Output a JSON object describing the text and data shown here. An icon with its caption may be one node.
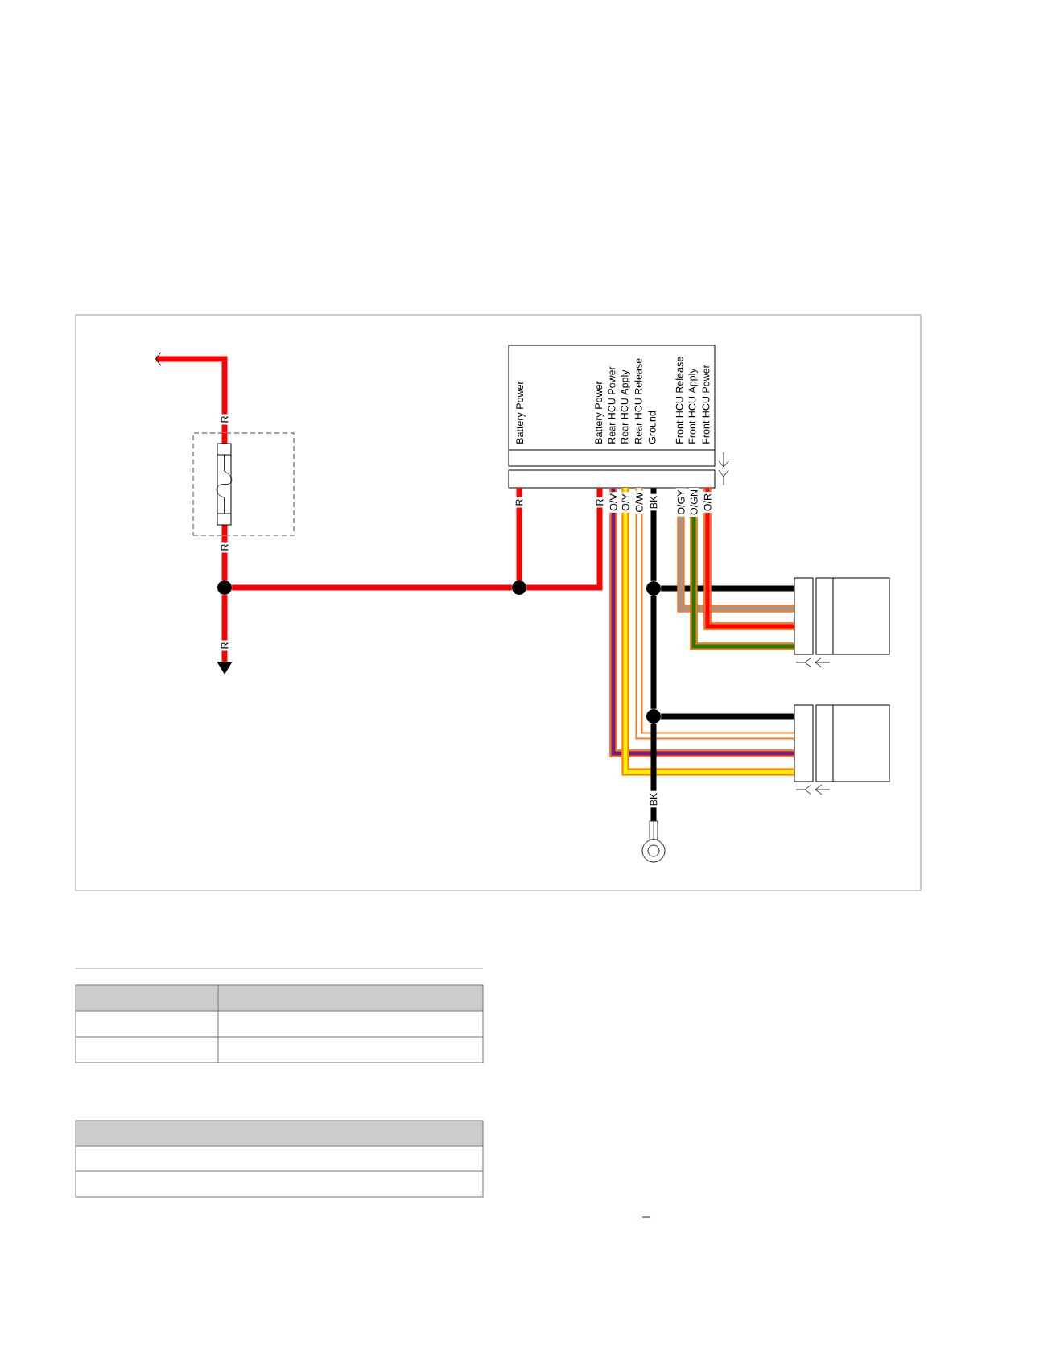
{
  "diagram": {
    "nodes": [
      {
        "text": [
          "Battery Power",
          "Battery Power",
          "Rear HCU Power",
          "Rear HCU Apply",
          "Rear HCU Release",
          "Ground",
          "Front HCU Release",
          "Front HCU Apply",
          "Front HCU Power"
        ]
      },
      {
        "text": [],
        "shape": "box"
      },
      {
        "text": [],
        "shape": "circle"
      },
      {
        "text": [],
        "shape": "circle"
      },
      {
        "text": [],
        "shape": "circle"
      },
      {
        "text": [],
        "shape": "circle"
      },
      {
        "text": [],
        "shape": "box"
      },
      {
        "text": [],
        "shape": "box"
      },
      {
        "text": [],
        "shape": "picture"
      }
    ],
    "edges": [
      {
        "from": 1,
        "to": null,
        "arrow": "to",
        "label": "R"
      },
      {
        "from": 1,
        "to": 2,
        "arrow": "none",
        "label": "R"
      },
      {
        "from": 2,
        "to": null,
        "arrow": "to",
        "label": "R"
      },
      {
        "from": 2,
        "to": 3,
        "arrow": "none"
      },
      {
        "from": 0,
        "to": 3,
        "arrow": "none",
        "label": "R"
      },
      {
        "from": 0,
        "to": 3,
        "arrow": "none",
        "label": "R"
      },
      {
        "from": 0,
        "to": 7,
        "arrow": "none",
        "label": "O/V",
        "color": "#7a1a7a"
      },
      {
        "from": 0,
        "to": 7,
        "arrow": "none",
        "label": "O/Y",
        "color": "#ffee00"
      },
      {
        "from": 0,
        "to": 7,
        "arrow": "none",
        "label": "O/W",
        "color": "#ffffff"
      },
      {
        "from": 0,
        "to": 4,
        "arrow": "none",
        "label": "BK",
        "color": "#000000"
      },
      {
        "from": 4,
        "to": 6,
        "arrow": "none",
        "color": "#000000"
      },
      {
        "from": 4,
        "to": 5,
        "arrow": "none",
        "color": "#000000"
      },
      {
        "from": 5,
        "to": 7,
        "arrow": "none",
        "color": "#000000"
      },
      {
        "from": 5,
        "to": 8,
        "arrow": "none",
        "label": "BK",
        "color": "#000000"
      },
      {
        "from": 0,
        "to": 6,
        "arrow": "none",
        "label": "O/GY",
        "color": "#a0968c"
      },
      {
        "from": 0,
        "to": 6,
        "arrow": "none",
        "label": "O/GN",
        "color": "#2a7a00"
      },
      {
        "from": 0,
        "to": 6,
        "arrow": "none",
        "label": "O/R",
        "color": "#ff0000"
      }
    ]
  }
}
